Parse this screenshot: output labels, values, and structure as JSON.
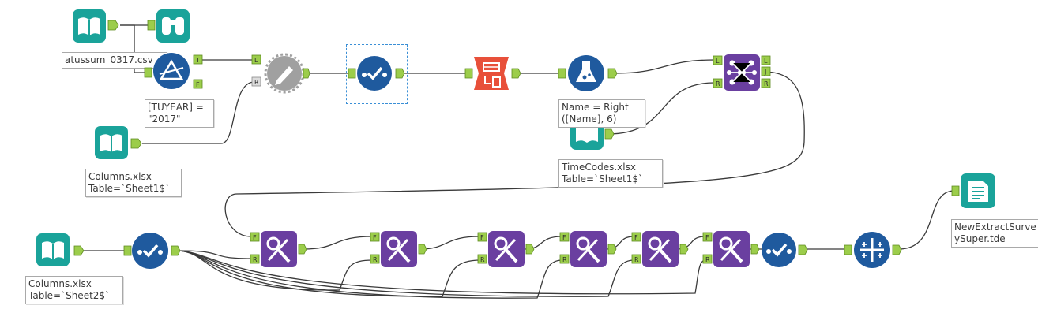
{
  "canvas": {
    "labels": {
      "csv_input": "atussum_0317.csv",
      "filter_expr": "[TUYEAR] =\n\"2017\"",
      "columns_sheet1": "Columns.xlsx\nTable=`Sheet1$`",
      "formula_expr": "Name = Right\n([Name], 6)",
      "timecodes": "TimeCodes.xlsx\nTable=`Sheet1$`",
      "columns_sheet2": "Columns.xlsx\nTable=`Sheet2$`",
      "output_file": "NewExtractSurve\nySuper.tde"
    },
    "anchors": {
      "true": "T",
      "false": "F",
      "left": "L",
      "right": "R",
      "join": "J"
    },
    "colors": {
      "input": "#1aa39a",
      "browse": "#1aa39a",
      "filter": "#1f5a9e",
      "append": "#a0a0a0",
      "select": "#1f5a9e",
      "transpose": "#e8503a",
      "formula": "#1f5a9e",
      "join": "#6a3fa0",
      "dynrename": "#6a3fa0",
      "tableau": "#1f5a9e",
      "output": "#1aa39a",
      "anchor": "#9ccd4b",
      "wire": "#3a3a3a"
    },
    "icons": {
      "input": "book-icon",
      "browse": "binoculars-icon",
      "filter": "triangle-filter-icon",
      "append": "pencil-gear-icon",
      "select": "checkmark-flow-icon",
      "transpose": "table-transpose-icon",
      "formula": "flask-icon",
      "join": "network-join-icon",
      "dynrename": "wrench-pencil-icon",
      "tableau": "tableau-cross-icon",
      "output": "document-lines-icon"
    }
  }
}
